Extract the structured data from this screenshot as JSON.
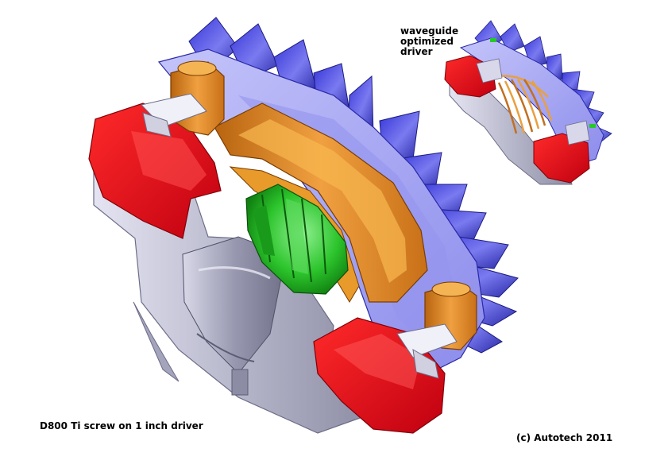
{
  "labels": {
    "secondary_lines": [
      "waveguide",
      "optimized",
      "driver"
    ],
    "caption": "D800 Ti screw on 1 inch driver",
    "copyright": "(c) Autotech 2011"
  },
  "colors": {
    "heatsink_blue": "#5a5ae8",
    "heatsink_light": "#a8a8f4",
    "magnet_red": "#e8101a",
    "copper_orange": "#e48a24",
    "dome_green": "#28c828",
    "body_grey": "#c8c8dc"
  },
  "icons": [
    "heatsink-fins",
    "magnet-ring",
    "screw-terminal",
    "phase-plug",
    "waveguide-throat"
  ]
}
